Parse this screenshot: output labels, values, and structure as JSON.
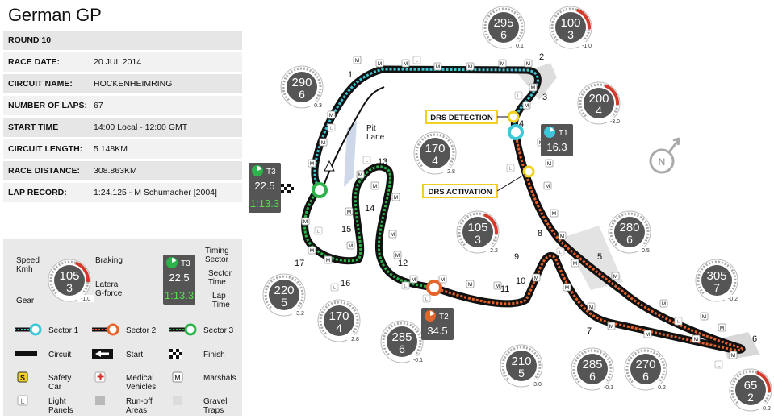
{
  "title": "German GP",
  "info": [
    {
      "label": "ROUND 10",
      "value": ""
    },
    {
      "label": "RACE DATE:",
      "value": "20 JUL 2014"
    },
    {
      "label": "CIRCUIT NAME:",
      "value": "HOCKENHEIMRING"
    },
    {
      "label": "NUMBER OF LAPS:",
      "value": "67"
    },
    {
      "label": "START TIME",
      "value": "14:00 Local - 12:00 GMT"
    },
    {
      "label": "CIRCUIT LENGTH:",
      "value": "5.148KM"
    },
    {
      "label": "RACE DISTANCE:",
      "value": "308.863KM"
    },
    {
      "label": "LAP RECORD:",
      "value": "1:24.125 - M Schumacher [2004]"
    }
  ],
  "legend": {
    "speed_label": "Speed\nKmh",
    "braking_label": "Braking",
    "lateral_label": "Lateral\nG-force",
    "gear_label": "Gear",
    "example_speed": "105",
    "example_gear": "3",
    "example_g": "-1.0",
    "timing_sector_label": "Timing\nSector",
    "sector_time_label": "Sector\nTime",
    "lap_time_label": "Lap\nTime",
    "example_sector": "T3",
    "example_sector_time": "22.5",
    "example_lap_time": "1:13.3",
    "items": [
      {
        "name": "sector-1",
        "label": "Sector 1"
      },
      {
        "name": "sector-2",
        "label": "Sector 2"
      },
      {
        "name": "sector-3",
        "label": "Sector 3"
      },
      {
        "name": "circuit",
        "label": "Circuit"
      },
      {
        "name": "start",
        "label": "Start"
      },
      {
        "name": "finish",
        "label": "Finish"
      },
      {
        "name": "safety-car",
        "label": "Safety\nCar"
      },
      {
        "name": "medical-vehicles",
        "label": "Medical\nVehicles"
      },
      {
        "name": "marshals",
        "label": "Marshals"
      },
      {
        "name": "light-panels",
        "label": "Light\nPanels"
      },
      {
        "name": "run-off-areas",
        "label": "Run-off\nAreas"
      },
      {
        "name": "gravel-traps",
        "label": "Gravel\nTraps"
      }
    ],
    "marshal_glyph": "M",
    "light_glyph": "L",
    "safety_glyph": "S"
  },
  "map": {
    "colors": {
      "sector1": "#3cc8d8",
      "sector2": "#e8632a",
      "sector3": "#2db34a",
      "track": "#111111",
      "drs": "#f0d020",
      "brake": "#d43a2a",
      "gauge": "#555555"
    },
    "drs_detection": "DRS DETECTION",
    "drs_activation": "DRS ACTIVATION",
    "pit_lane": "Pit\nLane",
    "turns": [
      "1",
      "2",
      "3",
      "4",
      "5",
      "6",
      "7",
      "8",
      "9",
      "10",
      "11",
      "12",
      "13",
      "14",
      "15",
      "16",
      "17"
    ],
    "gauges": [
      {
        "speed": "295",
        "gear": "6",
        "g": "0.1"
      },
      {
        "speed": "100",
        "gear": "3",
        "g": "-1.0"
      },
      {
        "speed": "290",
        "gear": "6",
        "g": "0.3"
      },
      {
        "speed": "200",
        "gear": "4",
        "g": "-3.0"
      },
      {
        "speed": "170",
        "gear": "4",
        "g": "2.8"
      },
      {
        "speed": "105",
        "gear": "3",
        "g": "2.2"
      },
      {
        "speed": "280",
        "gear": "6",
        "g": "0.5"
      },
      {
        "speed": "305",
        "gear": "7",
        "g": "-0.2"
      },
      {
        "speed": "220",
        "gear": "5",
        "g": "3.2"
      },
      {
        "speed": "170",
        "gear": "4",
        "g": "2.8"
      },
      {
        "speed": "285",
        "gear": "6",
        "g": "-0.1"
      },
      {
        "speed": "210",
        "gear": "5",
        "g": "3.0"
      },
      {
        "speed": "285",
        "gear": "6",
        "g": "-0.1"
      },
      {
        "speed": "270",
        "gear": "6",
        "g": "0.2"
      },
      {
        "speed": "65",
        "gear": "2",
        "g": "0.2"
      }
    ],
    "timing": [
      {
        "sector": "T1",
        "time": "16.3"
      },
      {
        "sector": "T2",
        "time": "34.5"
      },
      {
        "sector": "T3",
        "time": "22.5",
        "lap": "1:13.3"
      }
    ]
  }
}
